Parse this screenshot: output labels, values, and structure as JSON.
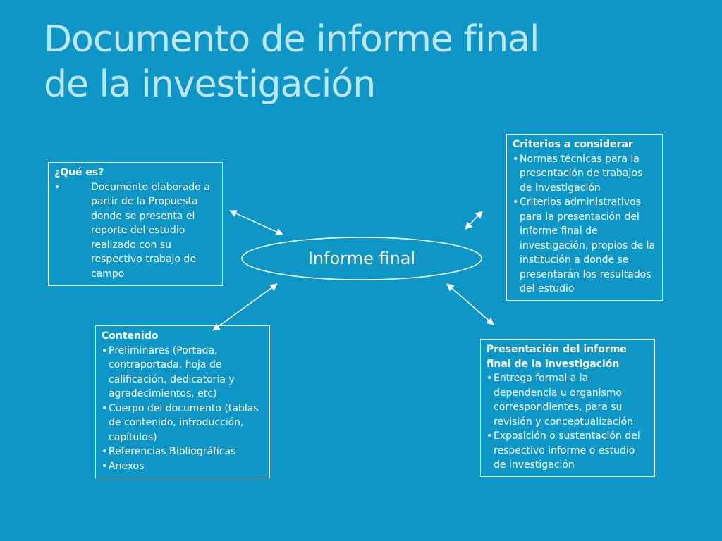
{
  "title": {
    "line1": "Documento de informe final",
    "line2": "de la investigación"
  },
  "center": {
    "label": "Informe final"
  },
  "que_es": {
    "heading": "¿Qué es?",
    "items": [
      "Documento elaborado a partir de la Propuesta  donde se presenta el reporte del estudio realizado con su respectivo trabajo de campo"
    ]
  },
  "criterios": {
    "heading": "Criterios a considerar",
    "items": [
      "Normas técnicas para la presentación de trabajos de investigación",
      "Criterios administrativos para la presentación del informe final de investigación, propios de la institución a donde se presentarán los resultados del estudio"
    ]
  },
  "contenido": {
    "heading": "Contenido",
    "items": [
      "Preliminares (Portada, contraportada, hoja de calificación, dedicatoria y agradecimientos, etc)",
      "Cuerpo del documento (tablas de contenido, introducción, capítulos)",
      "Referencias Bibliográficas",
      "Anexos"
    ]
  },
  "presentacion": {
    "heading_line1": "Presentación del informe",
    "heading_line2": "final de la investigación",
    "items": [
      "Entrega formal a la dependencia u organismo correspondientes, para su revisión y conceptualización",
      "Exposición o sustentación del respectivo informe o estudio de investigación"
    ]
  },
  "colors": {
    "background": "#0e96c6",
    "title": "#bfe6f5",
    "line": "#ffffff"
  },
  "bullet_symbol": "•"
}
